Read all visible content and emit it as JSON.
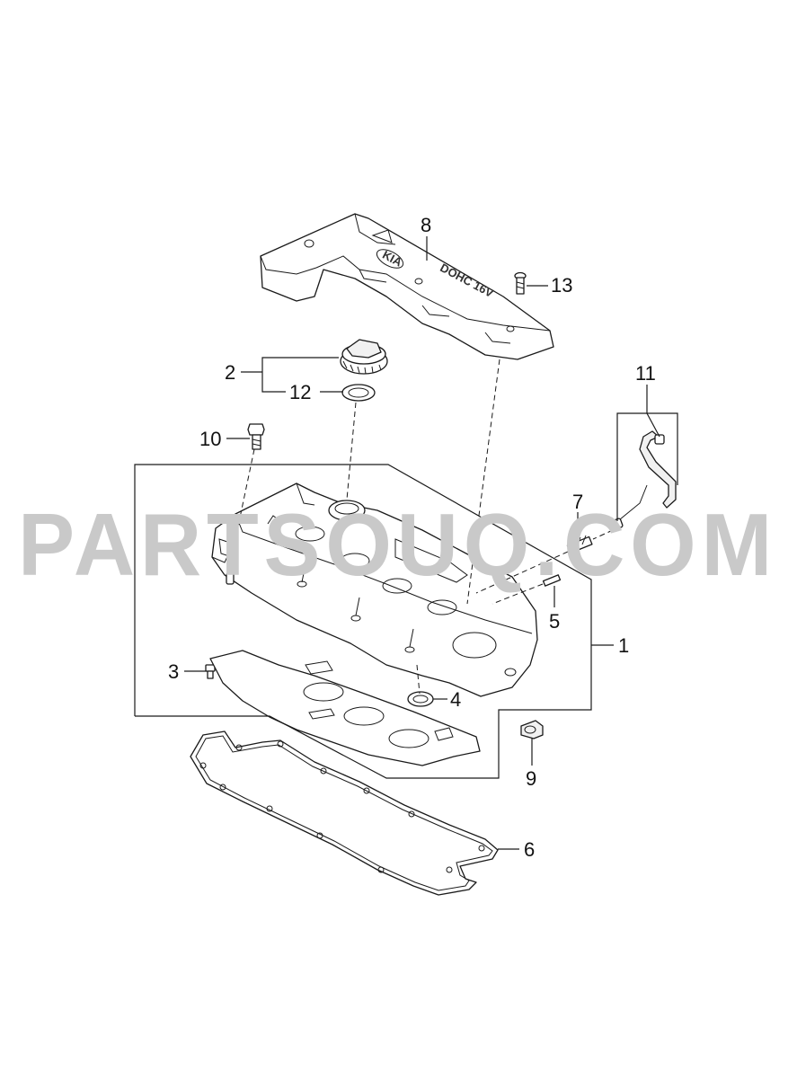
{
  "watermark": "PARTSOUQ.COM",
  "emboss": {
    "brand": "KIA",
    "engine": "DOHC 16V"
  },
  "callouts": [
    {
      "id": "1",
      "label": "1"
    },
    {
      "id": "2",
      "label": "2"
    },
    {
      "id": "3",
      "label": "3"
    },
    {
      "id": "4",
      "label": "4"
    },
    {
      "id": "5",
      "label": "5"
    },
    {
      "id": "6",
      "label": "6"
    },
    {
      "id": "7",
      "label": "7"
    },
    {
      "id": "8",
      "label": "8"
    },
    {
      "id": "9",
      "label": "9"
    },
    {
      "id": "10",
      "label": "10"
    },
    {
      "id": "11",
      "label": "11"
    },
    {
      "id": "12",
      "label": "12"
    },
    {
      "id": "13",
      "label": "13"
    }
  ],
  "colors": {
    "line": "#1a1a1a",
    "watermark": "#c9c9c9",
    "background": "#ffffff"
  }
}
